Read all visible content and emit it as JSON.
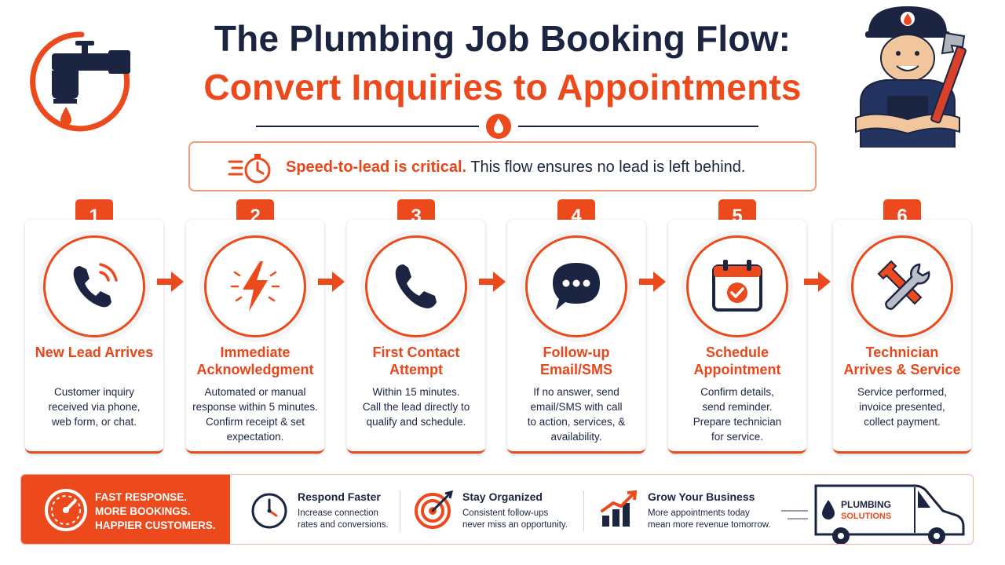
{
  "header": {
    "title_line1": "The Plumbing Job Booking Flow:",
    "title_line2": "Convert Inquiries to Appointments"
  },
  "banner": {
    "highlight": "Speed-to-lead is critical.",
    "text": "This flow ensures no lead is left behind."
  },
  "steps": [
    {
      "number": "1",
      "title_lines": [
        "New Lead Arrives"
      ],
      "desc_lines": [
        "Customer inquiry",
        "received via phone,",
        "web form, or chat."
      ],
      "icon": "phone-ringing-icon"
    },
    {
      "number": "2",
      "title_lines": [
        "Immediate",
        "Acknowledgment"
      ],
      "desc_lines": [
        "Automated or manual",
        "response within 5 minutes.",
        "Confirm receipt & set",
        "expectation."
      ],
      "icon": "lightning-bolt-icon"
    },
    {
      "number": "3",
      "title_lines": [
        "First Contact",
        "Attempt"
      ],
      "desc_lines": [
        "Within 15 minutes.",
        "Call the lead directly to",
        "qualify and schedule."
      ],
      "icon": "phone-icon"
    },
    {
      "number": "4",
      "title_lines": [
        "Follow-up",
        "Email/SMS"
      ],
      "desc_lines": [
        "If no answer, send",
        "email/SMS with call",
        "to action, services, &",
        "availability."
      ],
      "icon": "chat-bubble-icon"
    },
    {
      "number": "5",
      "title_lines": [
        "Schedule",
        "Appointment"
      ],
      "desc_lines": [
        "Confirm details,",
        "send reminder.",
        "Prepare technician",
        "for service."
      ],
      "icon": "calendar-check-icon"
    },
    {
      "number": "6",
      "title_lines": [
        "Technician",
        "Arrives & Service"
      ],
      "desc_lines": [
        "Service performed,",
        "invoice presented,",
        "collect payment."
      ],
      "icon": "wrench-tools-icon"
    }
  ],
  "bottom": {
    "message_lines": [
      "FAST RESPONSE.",
      "MORE BOOKINGS.",
      "HAPPIER CUSTOMERS."
    ],
    "features": [
      {
        "title": "Respond Faster",
        "desc_lines": [
          "Increase connection",
          "rates and conversions."
        ],
        "icon": "clock-icon"
      },
      {
        "title": "Stay Organized",
        "desc_lines": [
          "Consistent follow-ups",
          "never miss an opportunity."
        ],
        "icon": "target-icon"
      },
      {
        "title": "Grow Your Business",
        "desc_lines": [
          "More appointments today",
          "mean more revenue tomorrow."
        ],
        "icon": "growth-chart-icon"
      }
    ],
    "van_label_line1": "PLUMBING",
    "van_label_line2": "SOLUTIONS"
  },
  "colors": {
    "accent": "#ec4a1d",
    "navy": "#1b2440"
  }
}
